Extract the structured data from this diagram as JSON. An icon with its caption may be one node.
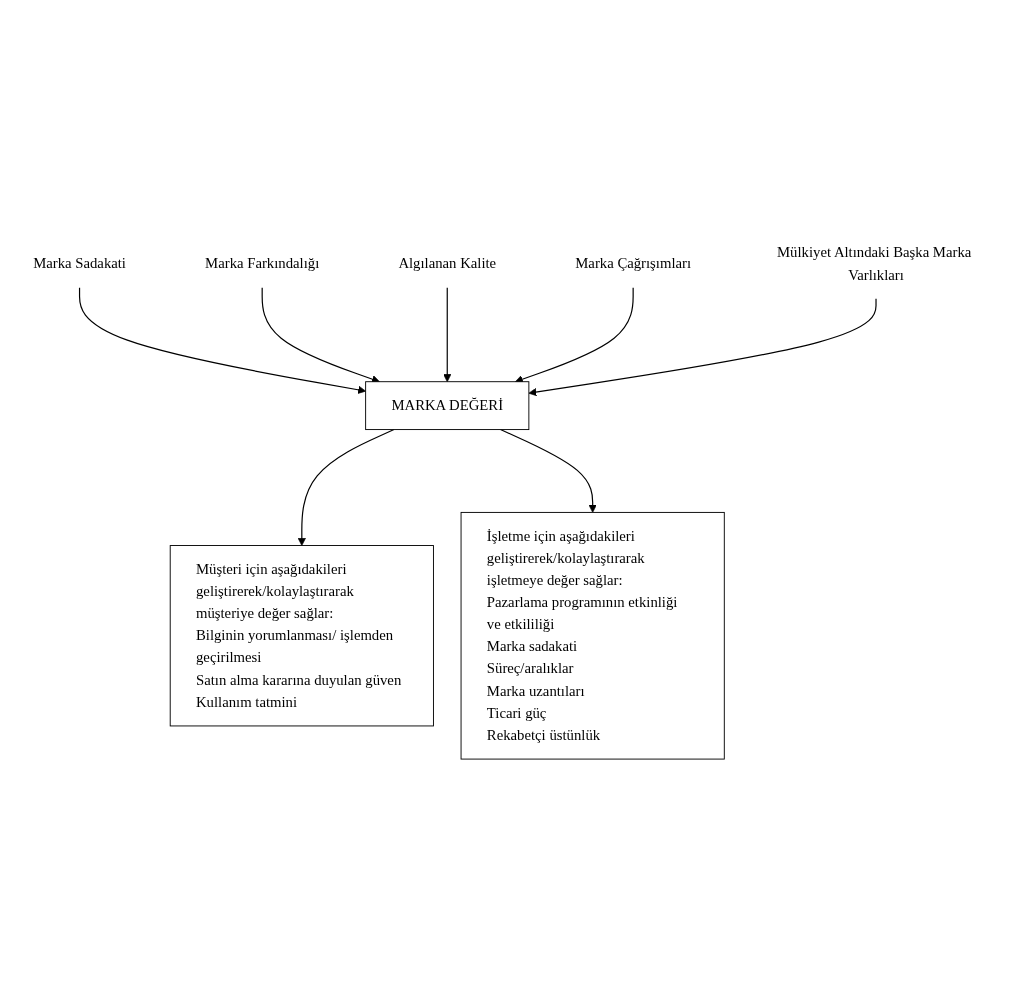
{
  "diagram": {
    "nodes": [
      {
        "text": [
          "Marka Sadakati"
        ]
      },
      {
        "text": [
          "Marka Farkındalığı"
        ]
      },
      {
        "text": [
          "Algılanan Kalite"
        ]
      },
      {
        "text": [
          "Marka Çağrışımları"
        ]
      },
      {
        "text": [
          "Mülkiyet Altındaki Başka Marka Varlıkları"
        ]
      },
      {
        "text": [
          "MARKA DEĞERİ"
        ]
      },
      {
        "text": [
          "Müşteri için aşağıdakileri geliştirerek/kolaylaştırarak müşteriye değer sağlar:",
          "Bilginin yorumlanması/ işlemden geçirilmesi",
          "Satın alma kararına duyulan güven",
          "Kullanım tatmini"
        ]
      },
      {
        "text": [
          "İşletme için aşağıdakileri geliştirerek/kolaylaştırarak işletmeye değer sağlar:",
          "Pazarlama programının etkinliği ve etkililiği",
          "Marka sadakati",
          "Süreç/aralıklar",
          "Marka uzantıları",
          "Ticari güç",
          "Rekabetçi üstünlük"
        ]
      }
    ],
    "edges": [
      {
        "from": 0,
        "to": 5,
        "arrow": "to"
      },
      {
        "from": 1,
        "to": 5,
        "arrow": "to"
      },
      {
        "from": 2,
        "to": 5,
        "arrow": "to"
      },
      {
        "from": 3,
        "to": 5,
        "arrow": "to"
      },
      {
        "from": 4,
        "to": 5,
        "arrow": "to"
      },
      {
        "from": 5,
        "to": 6,
        "arrow": "to"
      },
      {
        "from": 5,
        "to": 7,
        "arrow": "to"
      }
    ]
  }
}
